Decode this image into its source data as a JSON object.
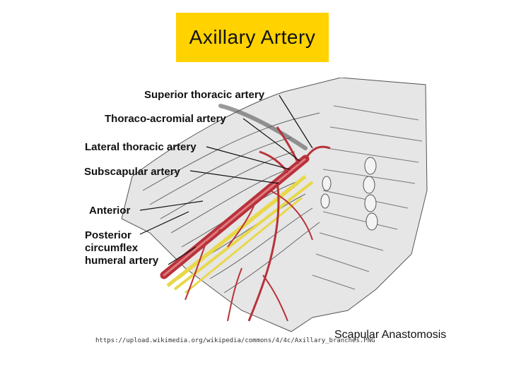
{
  "slide": {
    "title": "Axillary Artery",
    "caption": "Scapular Anastomosis",
    "source_url": "https://upload.wikimedia.org/wikipedia/commons/4/4c/Axillary_branches.PNG"
  },
  "figure": {
    "labels": {
      "superior_thoracic": "Superior thoracic artery",
      "thoraco_acromial": "Thoraco-acromial artery",
      "lateral_thoracic": "Lateral thoracic artery",
      "subscapular": "Subscapular artery",
      "anterior": "Anterior",
      "posterior_line1": "Posterior",
      "posterior_line2": "circumflex",
      "posterior_line3": "humeral artery"
    }
  },
  "colors": {
    "title_background": "#ffd200",
    "artery": "#b8323a",
    "nerve": "#e8d84a",
    "muscle": "#cfcfcf"
  }
}
